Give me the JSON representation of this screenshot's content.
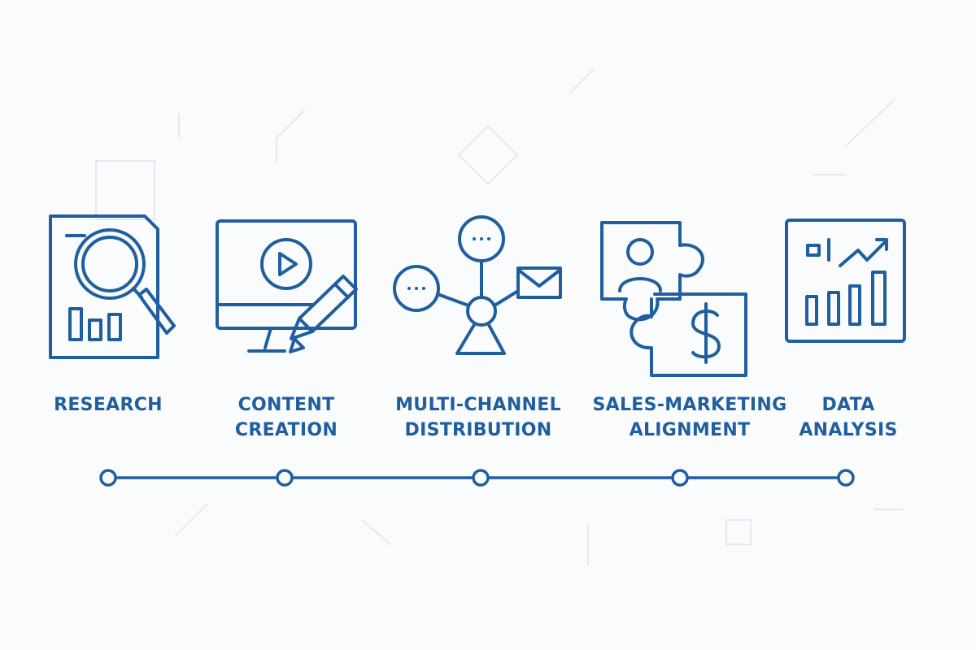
{
  "accent": "#1f5e9f",
  "background": "#fafbfc",
  "steps": [
    {
      "icon": "research-document-magnifier-icon",
      "lines": [
        "RESEARCH"
      ]
    },
    {
      "icon": "monitor-play-pencil-icon",
      "lines": [
        "CONTENT",
        "CREATION"
      ]
    },
    {
      "icon": "network-chat-mail-icon",
      "lines": [
        "MULTI-CHANNEL",
        "DISTRIBUTION"
      ]
    },
    {
      "icon": "puzzle-person-dollar-icon",
      "lines": [
        "SALES-MARKETING",
        "ALIGNMENT"
      ]
    },
    {
      "icon": "growth-chart-icon",
      "lines": [
        "DATA",
        "ANALYSIS"
      ]
    }
  ]
}
